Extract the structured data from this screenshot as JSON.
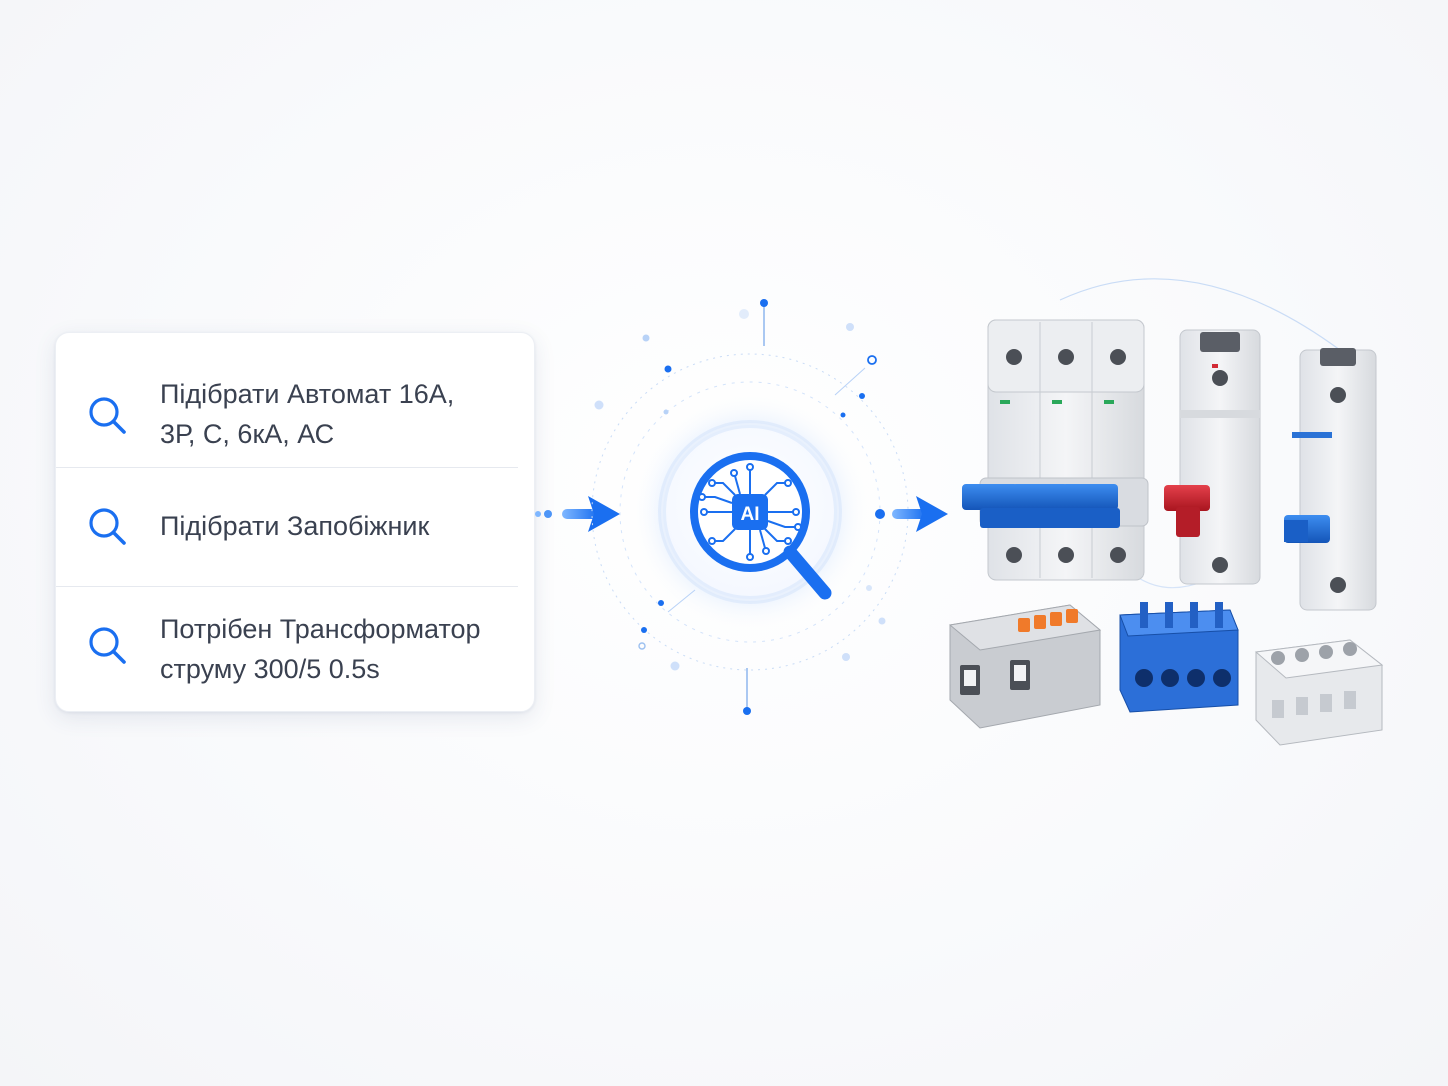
{
  "queries": [
    {
      "line1": "Підібрати Автомат 16А,",
      "line2": "3Р, С, 6кА, АС"
    },
    {
      "line1": "Підібрати Запобіжник",
      "line2": ""
    },
    {
      "line1": "Потрібен Трансформатор",
      "line2": "струму 300/5 0.5s"
    }
  ],
  "ai": {
    "label": "AI"
  },
  "icons": {
    "search": "search-icon",
    "arrow": "arrow-right-icon",
    "ai_magnifier": "ai-chip-magnifier-icon"
  },
  "colors": {
    "accent": "#1a6ff0",
    "accent_light": "#5aa2ff",
    "text": "#3a4150",
    "breaker_blue": "#1f6fd6",
    "breaker_red": "#d22a36",
    "terminal_orange": "#f07a2a"
  }
}
